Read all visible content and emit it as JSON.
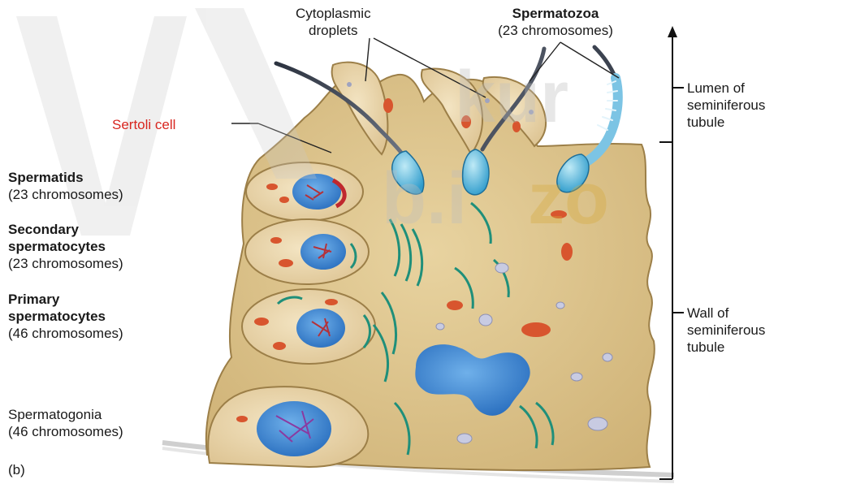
{
  "figure_panel": "(b)",
  "colors": {
    "cytoplasm": "#d9c08a",
    "cell_outline": "#9c7f48",
    "nucleus": "#3c86d0",
    "chromosome": "#b4323a",
    "mitochondria": "#d8552e",
    "er": "#1f8f7a",
    "sperm_head": "#4fb6d8",
    "sertoli_label": "#d8261f"
  },
  "labels": {
    "cytoplasmic_droplets": [
      "Cytoplasmic",
      "droplets"
    ],
    "spermatozoa_title": "Spermatozoa",
    "spermatozoa_count": "(23 chromosomes)",
    "sertoli_cell": "Sertoli cell",
    "lumen": [
      "Lumen of",
      "seminiferous",
      "tubule"
    ],
    "wall": [
      "Wall of",
      "seminiferous",
      "tubule"
    ],
    "spermatids_title": "Spermatids",
    "spermatids_count": "(23 chromosomes)",
    "secondary_title": [
      "Secondary",
      "spermatocytes"
    ],
    "secondary_count": "(23 chromosomes)",
    "primary_title": [
      "Primary",
      "spermatocytes"
    ],
    "primary_count": "(46 chromosomes)",
    "spermatogonia_title": "Spermatogonia",
    "spermatogonia_count": "(46 chromosomes)"
  },
  "watermark": {
    "text_top": "kur",
    "text_mid": "b.i",
    "text_right": "zo"
  }
}
